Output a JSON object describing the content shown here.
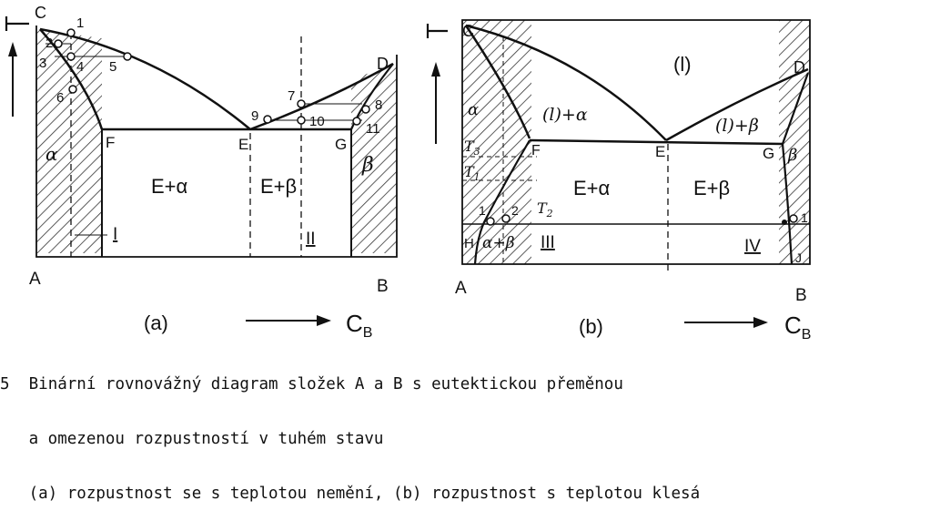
{
  "panel_a": {
    "y_axis": "T",
    "points": {
      "C": "C",
      "D": "D",
      "E": "E",
      "F": "F",
      "G": "G",
      "A": "A",
      "B": "B"
    },
    "regions": {
      "alpha": "α",
      "beta": "β",
      "e_alpha": "E+α",
      "e_beta": "E+β"
    },
    "lines": {
      "one": "I",
      "two": "II"
    },
    "markers": [
      "1",
      "2",
      "3",
      "4",
      "5",
      "6",
      "7",
      "8",
      "9",
      "10",
      "11"
    ],
    "panel_label": "(a)",
    "x_axis": "CB"
  },
  "panel_b": {
    "y_axis": "T",
    "points": {
      "C": "C",
      "D": "D",
      "E": "E",
      "F": "F",
      "G": "G",
      "A": "A",
      "B": "B",
      "H": "H",
      "J": "J"
    },
    "regions": {
      "liquid": "(l)",
      "l_alpha": "(l)+α",
      "l_beta": "(l)+β",
      "e_alpha": "E+α",
      "e_beta": "E+β",
      "alpha_beta": "α+β",
      "alpha": "α",
      "beta": "β"
    },
    "temps": {
      "t3": "T3",
      "t1": "T1",
      "t2": "T2"
    },
    "lines": {
      "three": "III",
      "four": "IV"
    },
    "markers": [
      "1",
      "2",
      "1"
    ],
    "panel_label": "(b)",
    "x_axis": "CB"
  },
  "caption": {
    "number": "5",
    "line1": "Binární rovnovážný diagram složek A a B s eutektickou přeměnou",
    "line2": "a omezenou rozpustností v tuhém stavu",
    "line3": "(a) rozpustnost se s teplotou nemění, (b) rozpustnost s teplotou klesá"
  }
}
